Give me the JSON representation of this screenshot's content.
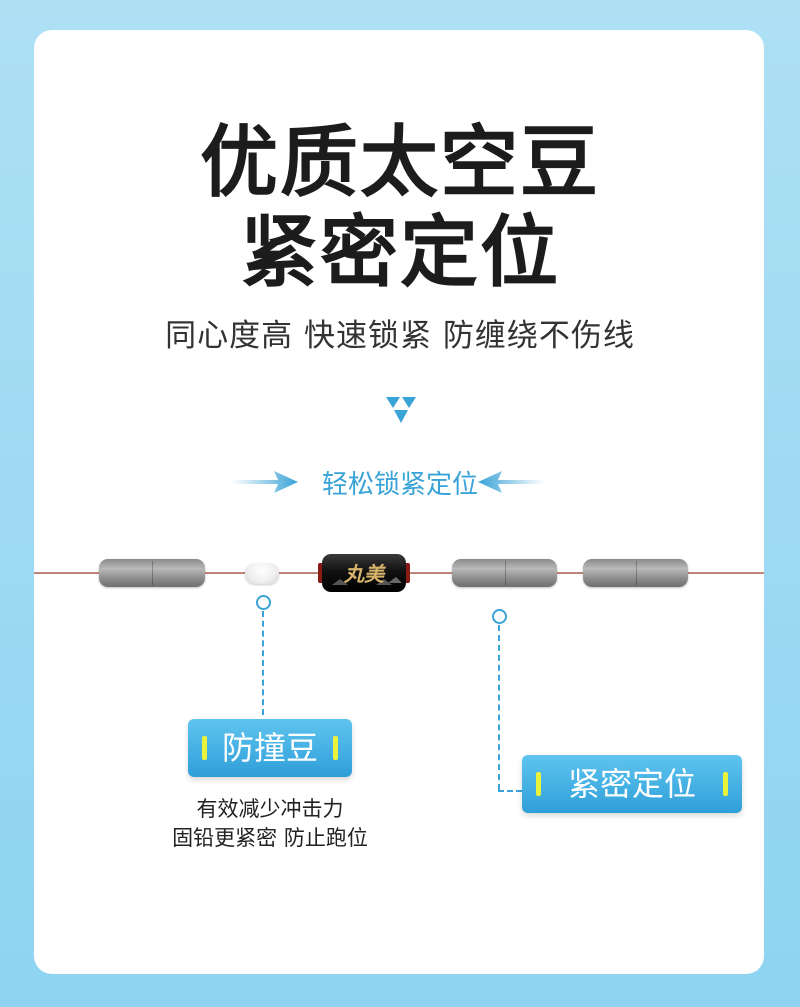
{
  "headline": {
    "line1": "优质太空豆",
    "line2": "紧密定位"
  },
  "subtitle": "同心度高 快速锁紧 防缠绕不伤线",
  "lock_label": "轻松锁紧定位",
  "stopper_brand": "丸美",
  "callouts": {
    "buffer": {
      "label": "防撞豆",
      "desc_line1": "有效减少冲击力",
      "desc_line2": "固铅更紧密 防止跑位"
    },
    "space_bean": {
      "label": "紧密定位"
    }
  },
  "colors": {
    "accent": "#3aa3d7",
    "tag_highlight": "#e9f33c",
    "line": "#c08478",
    "background": "#8ed4f1"
  },
  "icons": [
    "triangle-down-icon",
    "arrow-right-icon",
    "arrow-left-icon"
  ]
}
